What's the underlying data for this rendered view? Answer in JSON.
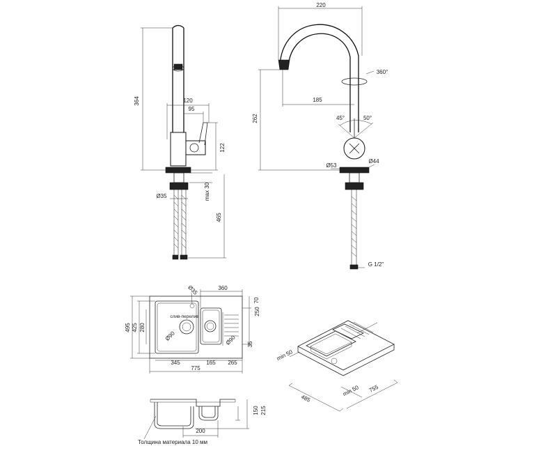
{
  "faucet_side": {
    "height_total": "364",
    "reach_outer": "120",
    "reach_inner": "95",
    "lever_height": "122",
    "shank_diameter": "Ø35",
    "max_thickness": "max 30",
    "hose_length": "465"
  },
  "faucet_front": {
    "width_total": "220",
    "rotation": "360°",
    "spout_reach": "185",
    "spout_height": "262",
    "angle_left": "45°",
    "angle_right": "50°",
    "base_diameter": "Ø53",
    "body_diameter": "Ø44",
    "thread": "G 1/2\""
  },
  "sink_plan": {
    "width_total": "775",
    "depth_total": "495",
    "depth_bowl_outer": "425",
    "depth_bowl_inner": "280",
    "small_bowl_width": "360",
    "small_bowl_depth": "250",
    "top_offset": "70",
    "overflow_diameter": "Ø35",
    "overflow_label": "слив-перелив",
    "main_drain": "Ø90",
    "small_drain": "Ø90",
    "side_margin": "35",
    "main_bowl_width": "345",
    "small_bowl_bottom": "165",
    "right_width": "265"
  },
  "sink_section": {
    "main_depth": "215",
    "small_depth": "150",
    "bowl_width": "200",
    "note": "Толщина материала 10 мм"
  },
  "sink_iso": {
    "min_top": "min 50",
    "min_side": "min 50",
    "cutout_depth": "485",
    "cutout_width": "755"
  }
}
